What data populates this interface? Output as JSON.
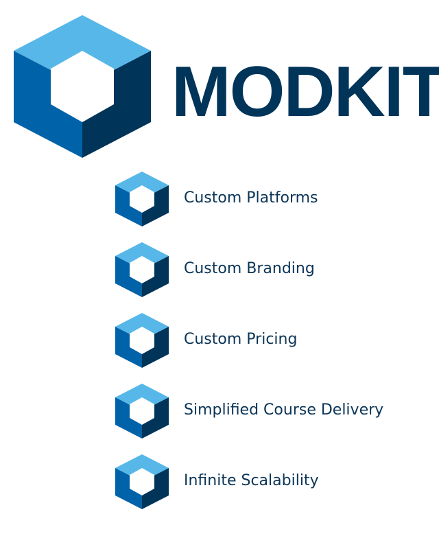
{
  "brand": {
    "name": "MODKIT",
    "logo_icon": "hexagon-cube-icon"
  },
  "colors": {
    "cube_top": "#56b7e8",
    "cube_left": "#0062a8",
    "cube_right": "#003459",
    "text_dark": "#003459"
  },
  "features": [
    {
      "label": "Custom Platforms",
      "icon": "cube-bullet-icon"
    },
    {
      "label": "Custom Branding",
      "icon": "cube-bullet-icon"
    },
    {
      "label": "Custom Pricing",
      "icon": "cube-bullet-icon"
    },
    {
      "label": "Simplified Course Delivery",
      "icon": "cube-bullet-icon"
    },
    {
      "label": "Infinite Scalability",
      "icon": "cube-bullet-icon"
    }
  ]
}
